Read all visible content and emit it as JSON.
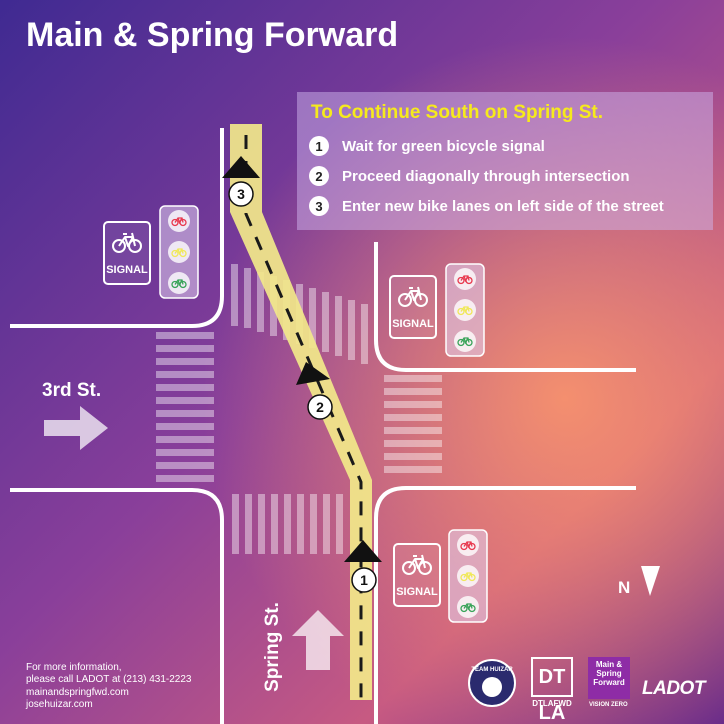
{
  "title": "Main & Spring Forward",
  "instructions": {
    "heading": "To Continue South on Spring St.",
    "steps": [
      {
        "number": "1",
        "text": "Wait for green bicycle signal"
      },
      {
        "number": "2",
        "text": "Proceed diagonally through intersection"
      },
      {
        "number": "3",
        "text": "Enter new bike lanes on left side of the street"
      }
    ]
  },
  "streets": {
    "cross_street": "3rd St.",
    "main_street": "Spring St."
  },
  "path_markers": [
    "1",
    "2",
    "3"
  ],
  "signal_label": "SIGNAL",
  "compass_label": "N",
  "footer": [
    "For more information,",
    "please call LADOT at (213) 431-2223",
    "mainandspringfwd.com",
    "josehuizar.com"
  ],
  "logos": {
    "team_huizar": "TEAM HUIZAR",
    "dtla_mark": "DT LA",
    "dtlafwd": "DTLAFWD",
    "main_spring": "Main & Spring Forward",
    "vision_zero": "VISION ZERO",
    "ladot": "LADOT"
  },
  "colors": {
    "bike_lane": "#f2e88a",
    "road_line": "#ffffff",
    "signal_red": "#e83a4f",
    "signal_yellow": "#f0e85a",
    "signal_green": "#3aa45a",
    "instruction_heading": "#f6ea1c"
  },
  "icons": [
    "bicycle-icon",
    "traffic-signal-icon",
    "direction-arrow-icon",
    "north-arrow-icon"
  ]
}
